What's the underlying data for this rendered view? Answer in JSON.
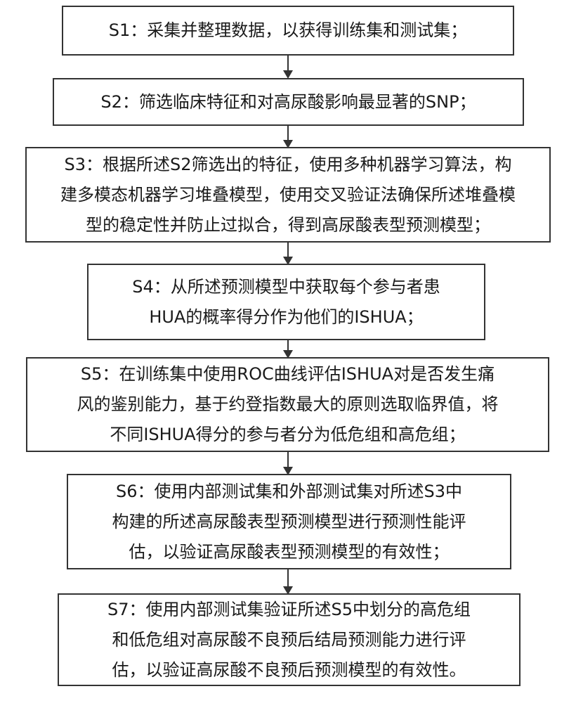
{
  "steps": [
    {
      "id": "S1",
      "lines": [
        "S1：采集并整理数据，以获得训练集和测试集；"
      ]
    },
    {
      "id": "S2",
      "lines": [
        "S2：筛选临床特征和对高尿酸影响最显著的SNP；"
      ]
    },
    {
      "id": "S3",
      "lines": [
        "S3：根据所述S2筛选出的特征，使用多种机器学习算法，构",
        "建多模态机器学习堆叠模型，使用交叉验证法确保所述堆叠模",
        "型的稳定性并防止过拟合，得到高尿酸表型预测模型；"
      ]
    },
    {
      "id": "S4",
      "lines": [
        "S4：从所述预测模型中获取每个参与者患",
        "HUA的概率得分作为他们的ISHUA；"
      ]
    },
    {
      "id": "S5",
      "lines": [
        "S5：在训练集中使用ROC曲线评估ISHUA对是否发生痛",
        "风的鉴别能力，基于约登指数最大的原则选取临界值，将",
        "不同ISHUA得分的参与者分为低危组和高危组；"
      ]
    },
    {
      "id": "S6",
      "lines": [
        "S6：使用内部测试集和外部测试集对所述S3中",
        "构建的所述高尿酸表型预测模型进行预测性能评",
        "估，以验证高尿酸表型预测模型的有效性；"
      ]
    },
    {
      "id": "S7",
      "lines": [
        "S7：使用内部测试集验证所述S5中划分的高危组",
        "和低危组对高尿酸不良预后结局预测能力进行评",
        "估，以验证高尿酸不良预后预测模型的有效性。"
      ]
    }
  ]
}
